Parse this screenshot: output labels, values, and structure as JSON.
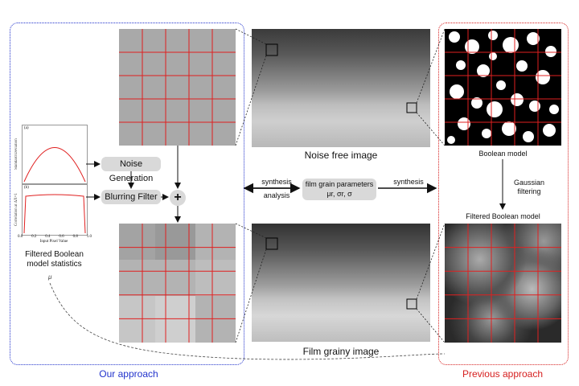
{
  "sections": {
    "ours_label": "Our approach",
    "previous_label": "Previous approach",
    "ours_color": "#2233cc",
    "previous_color": "#d62020"
  },
  "images": {
    "noise_free": "Noise free image",
    "film_grainy": "Film grainy image",
    "boolean_model": "Boolean model",
    "filtered_boolean": "Filtered Boolean model"
  },
  "stats": {
    "caption_line1": "Filtered Boolean",
    "caption_line2": "model statistics",
    "plot_a_tag": "(a)",
    "plot_a_ylabel": "Standard Deviation",
    "plot_b_tag": "(b)",
    "plot_b_ylabel": "Correlation at ∆X=1",
    "xlabel": "Input Pixel Value",
    "xticks": [
      "0.0",
      "0.2",
      "0.4",
      "0.6",
      "0.8",
      "1.0"
    ],
    "greek_mark": "μ"
  },
  "blocks": {
    "noise_generation": "Noise Generation",
    "blurring_filter": "Blurring Filter",
    "plus": "+",
    "params_line1": "film grain parameters",
    "params_line2": "μr, σr, σ",
    "gaussian_line1": "Gaussian",
    "gaussian_line2": "filtering"
  },
  "arrows": {
    "synthesis_left": "synthesis",
    "analysis": "analysis",
    "synthesis_right": "synthesis"
  },
  "grid_color": "#e02020",
  "line_color": "#111111"
}
